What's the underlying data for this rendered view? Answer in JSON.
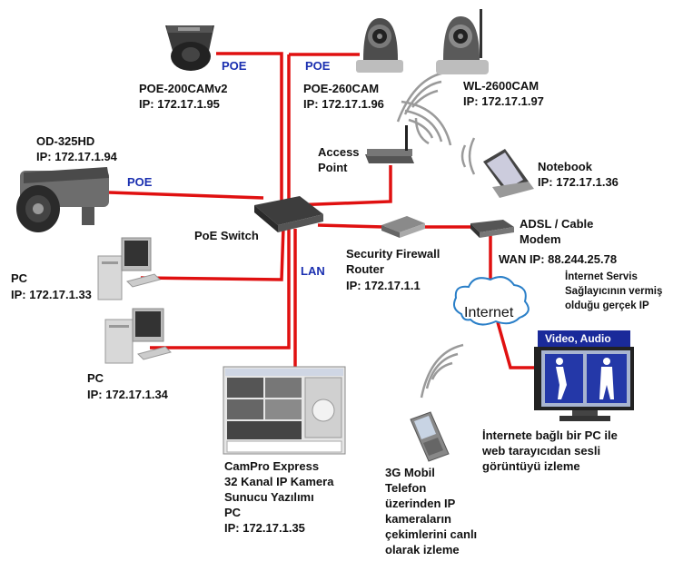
{
  "poe_labels": [
    "POE",
    "POE",
    "POE"
  ],
  "lan_label": "LAN",
  "devices": {
    "poe200": {
      "name": "POE-200CAMv2",
      "ip": "IP: 172.17.1.95"
    },
    "poe260": {
      "name": "POE-260CAM",
      "ip": "IP: 172.17.1.96"
    },
    "wl2600": {
      "name": "WL-2600CAM",
      "ip": "IP: 172.17.1.97"
    },
    "od325": {
      "name": "OD-325HD",
      "ip": "IP: 172.17.1.94"
    },
    "access_point": {
      "line1": "Access",
      "line2": "Point"
    },
    "notebook": {
      "name": "Notebook",
      "ip": "IP: 172.17.1.36"
    },
    "switch": {
      "name": "PoE Switch"
    },
    "router": {
      "line1": "Security Firewall",
      "line2": "Router",
      "ip": "IP: 172.17.1.1"
    },
    "modem": {
      "line1": "ADSL / Cable",
      "line2": "Modem",
      "wan": "WAN IP: 88.244.25.78"
    },
    "pc1": {
      "name": "PC",
      "ip": "IP: 172.17.1.33"
    },
    "pc2": {
      "name": "PC",
      "ip": "IP: 172.17.1.34"
    },
    "campro": {
      "lines": [
        "CamPro Express",
        "32 Kanal IP Kamera",
        "Sunucu Yazılımı",
        "PC",
        "IP: 172.17.1.35"
      ]
    },
    "mobile": {
      "lines": [
        "3G Mobil",
        "Telefon",
        "üzerinden IP",
        "kameraların",
        "çekimlerini canlı",
        "olarak izleme"
      ]
    },
    "remote_pc": {
      "banner": "Video, Audio",
      "lines": [
        "İnternete bağlı bir PC ile",
        "web tarayıcıdan sesli",
        "görüntüyü izleme"
      ]
    }
  },
  "isp_note": [
    "İnternet Servis",
    "Sağlayıcının vermiş",
    "olduğu gerçek IP"
  ],
  "internet_label": "Internet",
  "colors": {
    "wire": "#e01010",
    "poe_text": "#1a2fb0",
    "banner": "#1a2a9a"
  }
}
